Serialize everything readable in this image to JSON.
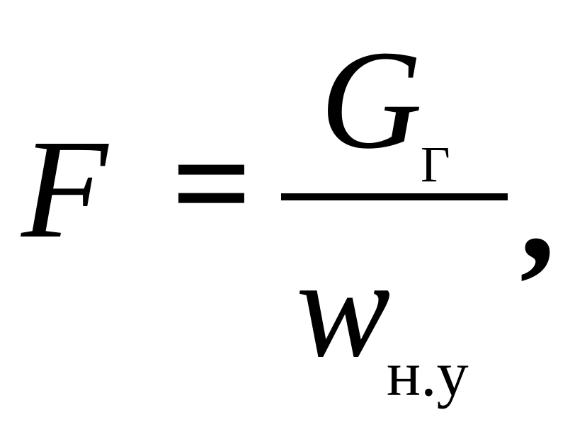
{
  "formula": {
    "lhs": "F",
    "equals": "=",
    "numerator": {
      "symbol": "G",
      "subscript": "Г"
    },
    "denominator": {
      "symbol": "w",
      "subscript": "н.у"
    },
    "trailing": ","
  },
  "colors": {
    "text": "#000000",
    "background": "#ffffff"
  }
}
